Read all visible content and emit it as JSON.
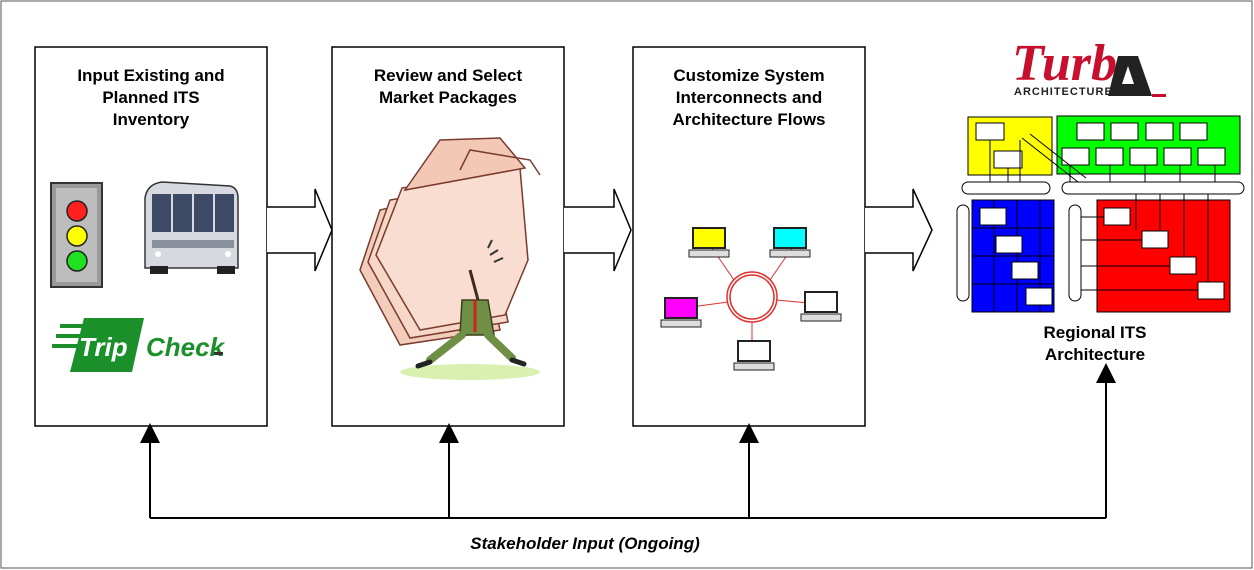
{
  "steps": [
    {
      "title": "Input Existing and Planned ITS Inventory"
    },
    {
      "title": "Review and Select Market Packages"
    },
    {
      "title": "Customize System Interconnects and Architecture Flows"
    }
  ],
  "logos": {
    "tripcheck_a": "Trip",
    "tripcheck_b": "Check",
    "turbo_main": "Turb",
    "turbo_sub": "ARCHITECTURE"
  },
  "output_caption": "Regional ITS Architecture",
  "feedback_label": "Stakeholder Input (Ongoing)",
  "colors": {
    "arch_yellow": "#ffff00",
    "arch_green": "#00ff00",
    "arch_blue": "#0000ff",
    "arch_red": "#ff0000",
    "tripcheck_green": "#1a8f2a",
    "turbo_red": "#c8102e"
  }
}
